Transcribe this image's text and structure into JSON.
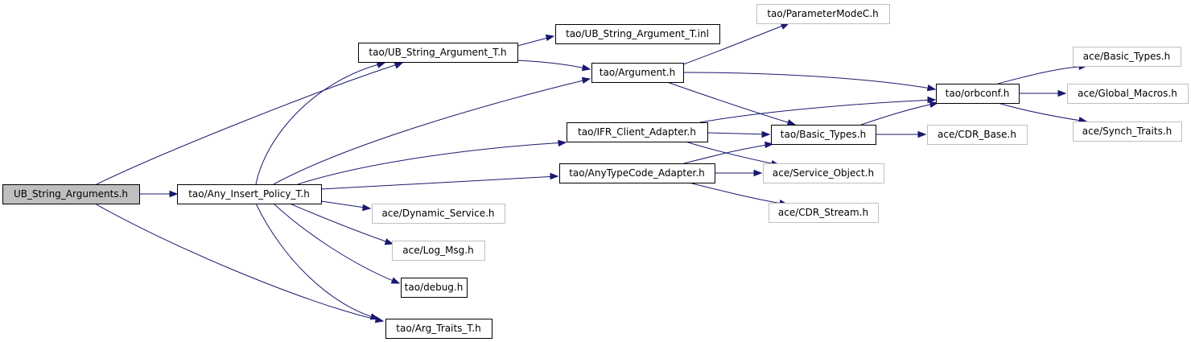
{
  "graph": {
    "edge_color": "#191970",
    "nodes": [
      {
        "id": "n0",
        "label": "UB_String_Arguments.h",
        "style": "root"
      },
      {
        "id": "n1",
        "label": "tao/UB_String_Argument_T.h",
        "style": "normal"
      },
      {
        "id": "n2",
        "label": "tao/UB_String_Argument_T.inl",
        "style": "normal"
      },
      {
        "id": "n3",
        "label": "tao/ParameterModeC.h",
        "style": "external"
      },
      {
        "id": "n4",
        "label": "tao/Argument.h",
        "style": "normal"
      },
      {
        "id": "n5",
        "label": "tao/orbconf.h",
        "style": "normal"
      },
      {
        "id": "n6",
        "label": "ace/Basic_Types.h",
        "style": "external"
      },
      {
        "id": "n7",
        "label": "ace/Global_Macros.h",
        "style": "external"
      },
      {
        "id": "n8",
        "label": "ace/Synch_Traits.h",
        "style": "external"
      },
      {
        "id": "n9",
        "label": "tao/IFR_Client_Adapter.h",
        "style": "normal"
      },
      {
        "id": "n10",
        "label": "tao/Basic_Types.h",
        "style": "normal"
      },
      {
        "id": "n11",
        "label": "ace/CDR_Base.h",
        "style": "external"
      },
      {
        "id": "n12",
        "label": "tao/Any_Insert_Policy_T.h",
        "style": "normal"
      },
      {
        "id": "n13",
        "label": "tao/AnyTypeCode_Adapter.h",
        "style": "normal"
      },
      {
        "id": "n14",
        "label": "ace/Service_Object.h",
        "style": "external"
      },
      {
        "id": "n15",
        "label": "ace/CDR_Stream.h",
        "style": "external"
      },
      {
        "id": "n16",
        "label": "ace/Dynamic_Service.h",
        "style": "external"
      },
      {
        "id": "n17",
        "label": "ace/Log_Msg.h",
        "style": "external"
      },
      {
        "id": "n18",
        "label": "tao/debug.h",
        "style": "normal"
      },
      {
        "id": "n19",
        "label": "tao/Arg_Traits_T.h",
        "style": "normal"
      }
    ],
    "edges": [
      [
        "n0",
        "n1"
      ],
      [
        "n0",
        "n12"
      ],
      [
        "n0",
        "n19"
      ],
      [
        "n1",
        "n2"
      ],
      [
        "n1",
        "n4"
      ],
      [
        "n4",
        "n3"
      ],
      [
        "n4",
        "n5"
      ],
      [
        "n4",
        "n10"
      ],
      [
        "n5",
        "n6"
      ],
      [
        "n5",
        "n7"
      ],
      [
        "n5",
        "n8"
      ],
      [
        "n9",
        "n5"
      ],
      [
        "n9",
        "n10"
      ],
      [
        "n9",
        "n14"
      ],
      [
        "n10",
        "n5"
      ],
      [
        "n10",
        "n11"
      ],
      [
        "n12",
        "n1"
      ],
      [
        "n12",
        "n4"
      ],
      [
        "n12",
        "n9"
      ],
      [
        "n12",
        "n13"
      ],
      [
        "n12",
        "n16"
      ],
      [
        "n12",
        "n17"
      ],
      [
        "n12",
        "n18"
      ],
      [
        "n12",
        "n19"
      ],
      [
        "n13",
        "n10"
      ],
      [
        "n13",
        "n14"
      ],
      [
        "n13",
        "n15"
      ]
    ]
  }
}
